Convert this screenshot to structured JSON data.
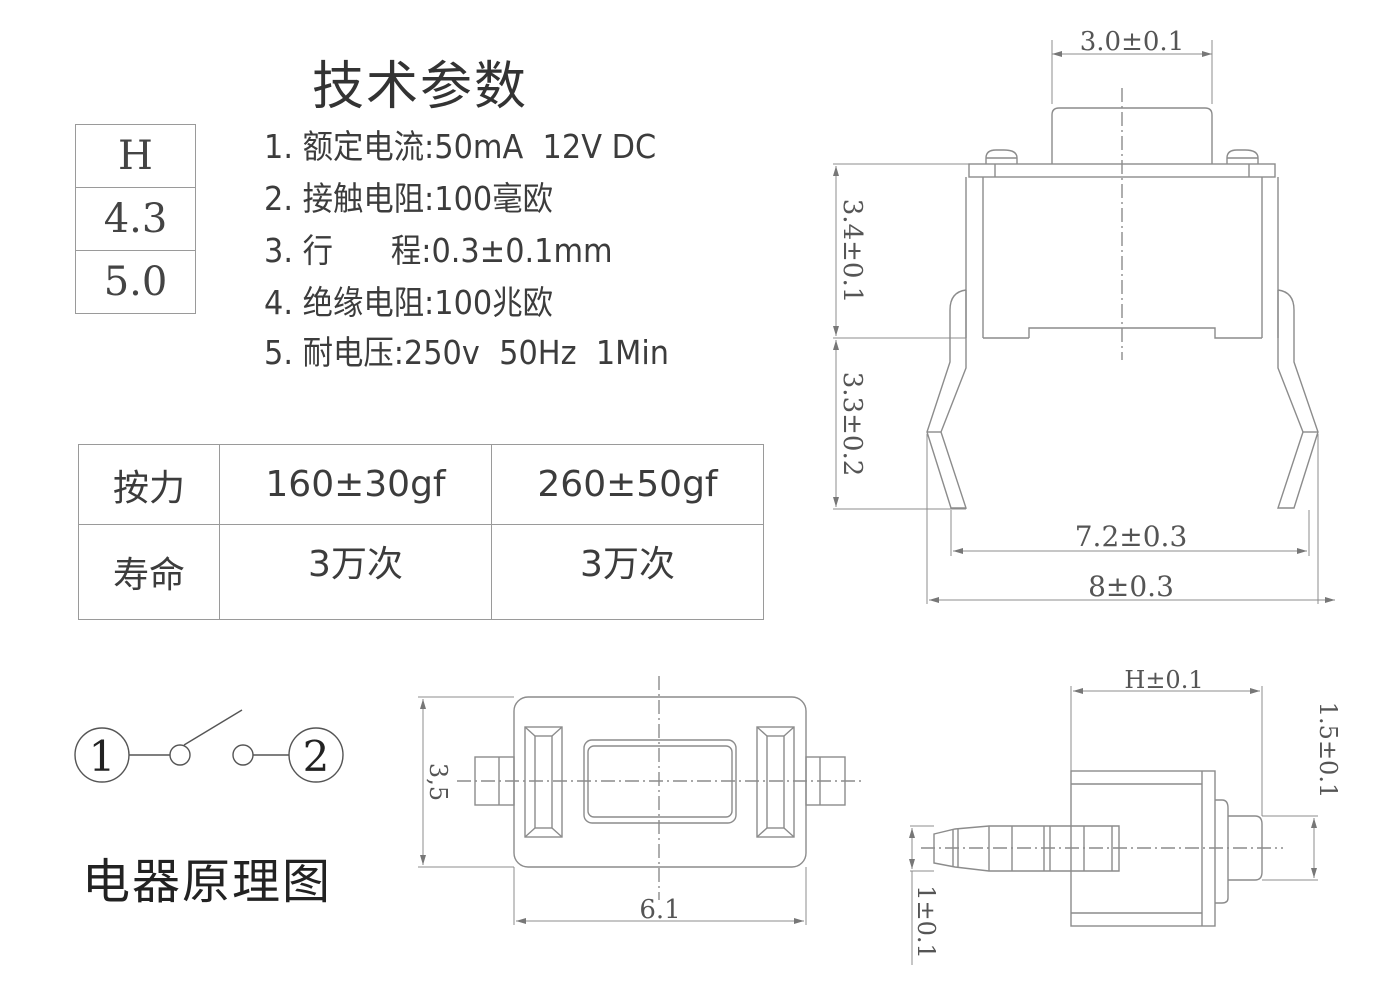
{
  "header": {
    "title": "技术参数"
  },
  "specs": [
    {
      "label": "1. 额定电流:50mA  12V DC"
    },
    {
      "label": "2. 接触电阻:100毫欧"
    },
    {
      "label": "3. 行      程:0.3±0.1mm"
    },
    {
      "label": "4. 绝缘电阻:100兆欧"
    },
    {
      "label": "5. 耐电压:250v  50Hz  1Min"
    }
  ],
  "height_table": {
    "header": "H",
    "values": [
      "4.3",
      "5.0"
    ]
  },
  "force_table": {
    "rows": [
      {
        "label": "按力",
        "values": [
          "160±30gf",
          "260±50gf"
        ]
      },
      {
        "label": "寿命",
        "values": [
          "3万次",
          "3万次"
        ]
      }
    ]
  },
  "schematic": {
    "terminal_1": "1",
    "terminal_2": "2",
    "caption": "电器原理图"
  },
  "front_view": {
    "dim_top": "3.0±0.1",
    "dim_upper_height": "3.4±0.1",
    "dim_lower_height": "3.3±0.2",
    "dim_inner_width": "7.2±0.3",
    "dim_outer_width": "8±0.3"
  },
  "top_view": {
    "dim_height": "3,5",
    "dim_width": "6.1"
  },
  "side_view": {
    "dim_h": "H±0.1",
    "dim_actuator": "1.5±0.1",
    "dim_pin": "1±0.1"
  },
  "colors": {
    "line": "#8c8c8c",
    "text": "#3c3c3c",
    "background": "#ffffff"
  }
}
